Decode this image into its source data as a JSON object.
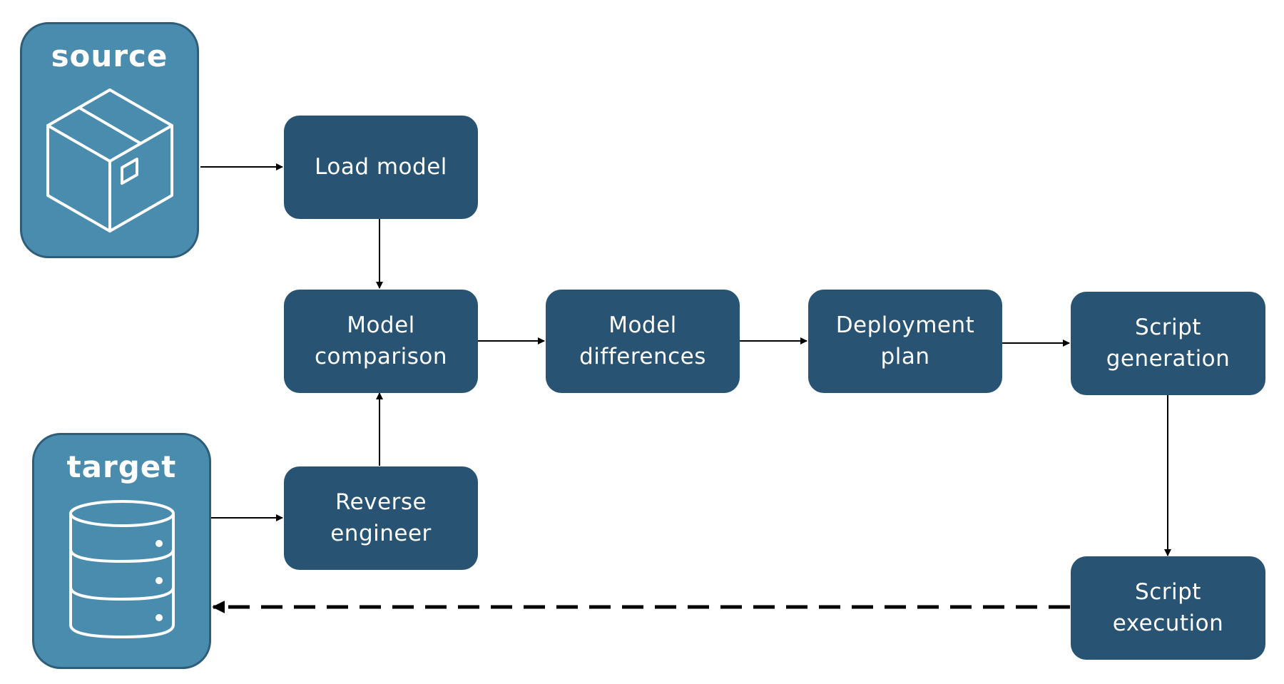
{
  "colors": {
    "step_fill": "#285373",
    "store_fill": "#4a8cad",
    "store_border": "#2d5d78",
    "text": "#ffffff",
    "connector": "#000000"
  },
  "source": {
    "label": "source",
    "icon": "package-box-icon"
  },
  "target": {
    "label": "target",
    "icon": "database-icon"
  },
  "steps": {
    "load_model": "Load model",
    "model_comparison": "Model comparison",
    "model_differences": "Model differences",
    "deployment_plan": "Deployment plan",
    "script_generation": "Script generation",
    "reverse_engineer": "Reverse engineer",
    "script_execution": "Script execution"
  },
  "connections": [
    {
      "from": "source",
      "to": "load_model",
      "style": "solid"
    },
    {
      "from": "load_model",
      "to": "model_comparison",
      "style": "solid"
    },
    {
      "from": "target",
      "to": "reverse_engineer",
      "style": "solid"
    },
    {
      "from": "reverse_engineer",
      "to": "model_comparison",
      "style": "solid"
    },
    {
      "from": "model_comparison",
      "to": "model_differences",
      "style": "solid"
    },
    {
      "from": "model_differences",
      "to": "deployment_plan",
      "style": "solid"
    },
    {
      "from": "deployment_plan",
      "to": "script_generation",
      "style": "solid"
    },
    {
      "from": "script_generation",
      "to": "script_execution",
      "style": "solid"
    },
    {
      "from": "script_execution",
      "to": "target",
      "style": "dashed"
    }
  ]
}
